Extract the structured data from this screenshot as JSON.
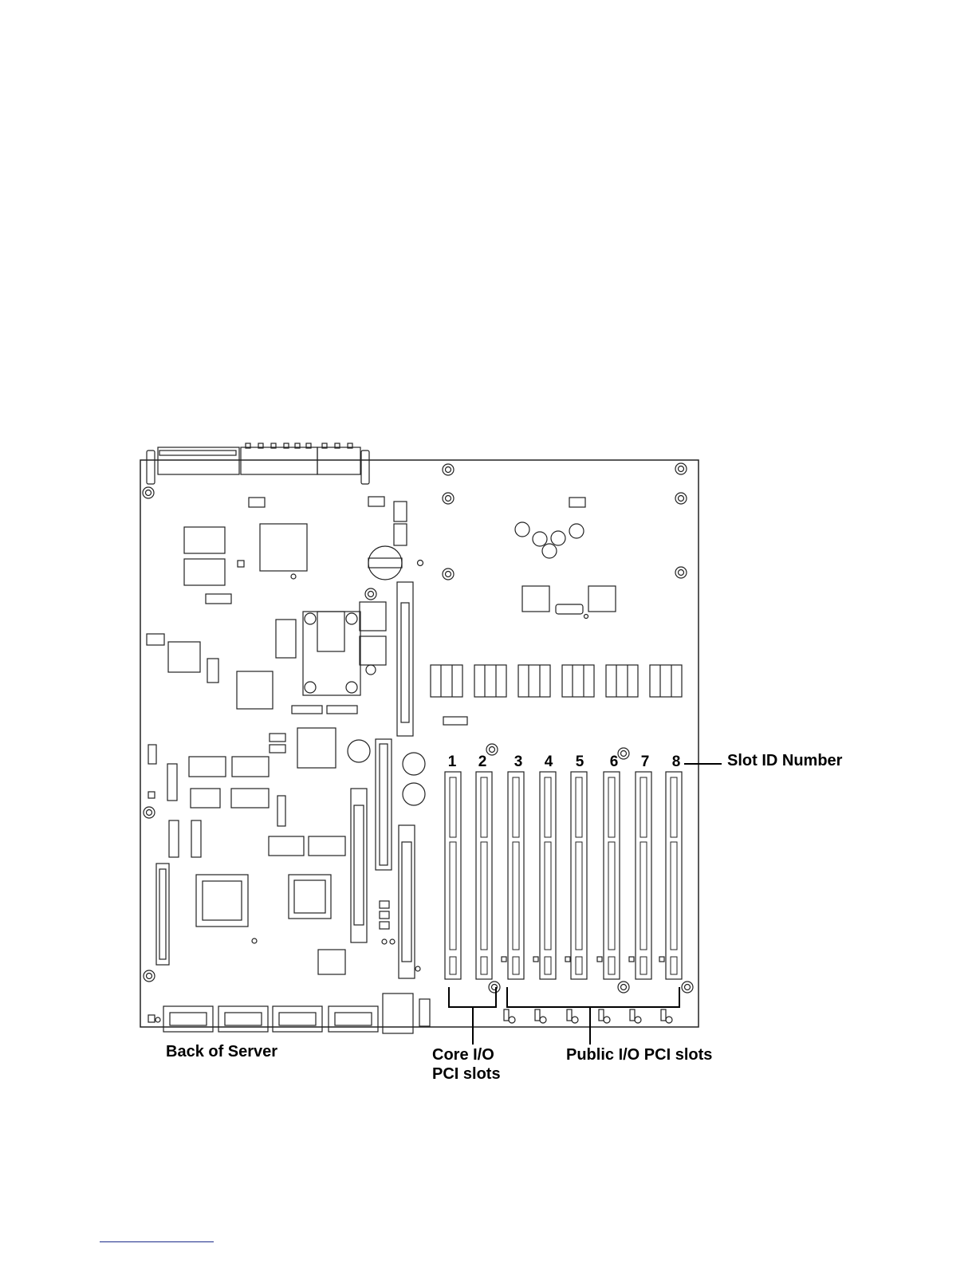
{
  "diagram": {
    "slot_id_label": "Slot ID Number",
    "back_label": "Back of Server",
    "core_label_line1": "Core I/O",
    "core_label_line2": "PCI slots",
    "public_label": "Public I/O PCI slots",
    "slot_numbers": [
      "1",
      "2",
      "3",
      "4",
      "5",
      "6",
      "7",
      "8"
    ]
  }
}
